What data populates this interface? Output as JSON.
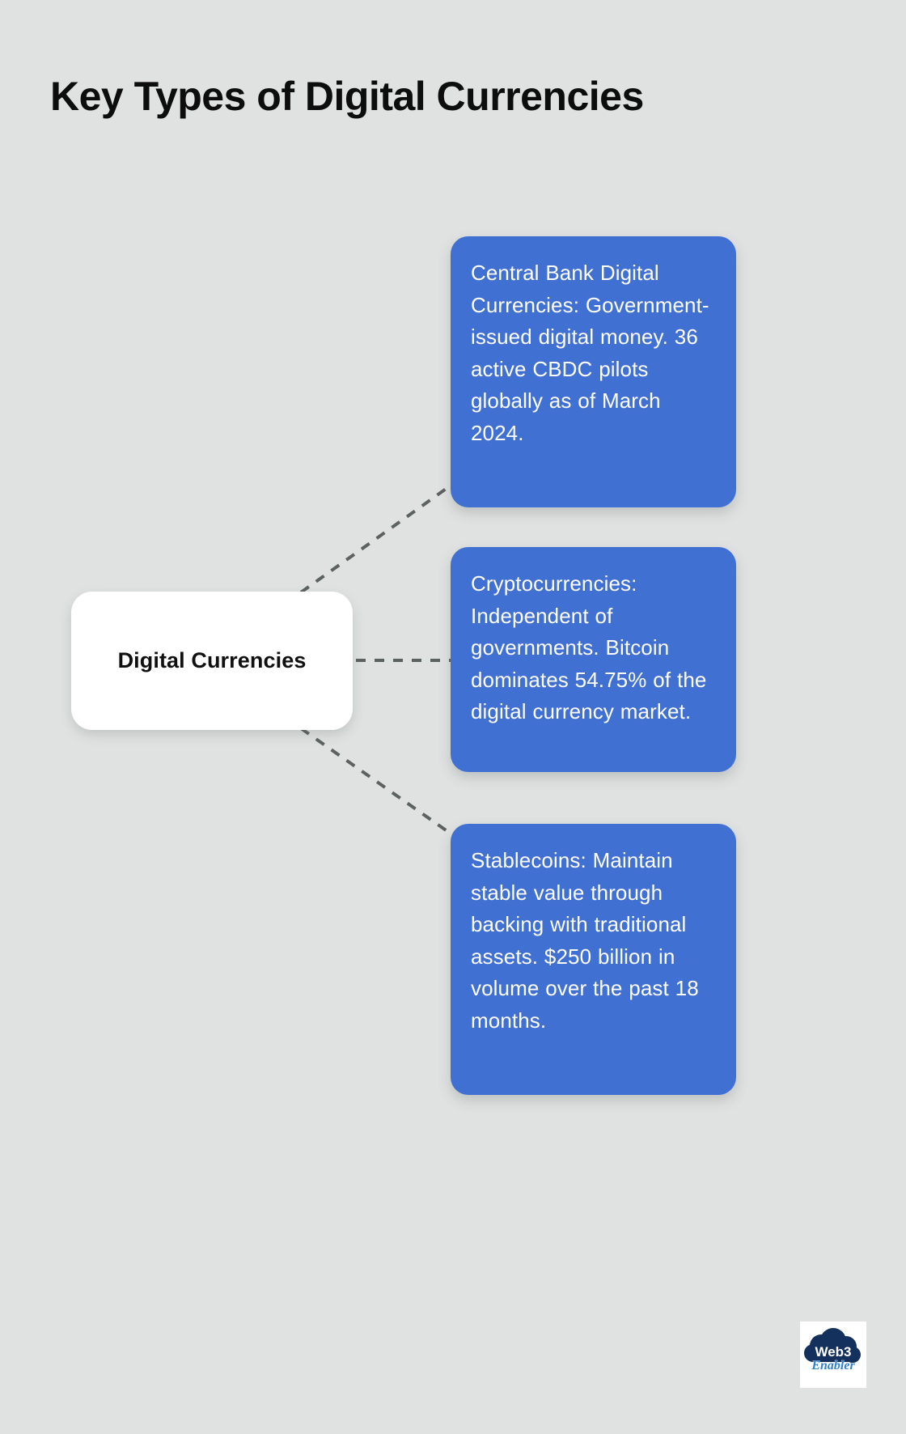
{
  "page": {
    "background_color": "#dfe2e1",
    "title": "Key Types of Digital Currencies"
  },
  "center_node": {
    "label": "Digital Currencies",
    "background_color": "#ffffff",
    "text_color": "#101010"
  },
  "branches": [
    {
      "id": "cbdc",
      "text": "Central Bank Digital Currencies: Government-issued digital money. 36 active CBDC pilots globally as of March 2024.",
      "color": "#4070d1",
      "text_color": "#ffffff"
    },
    {
      "id": "crypto",
      "text": "Cryptocurrencies: Independent of governments. Bitcoin dominates 54.75% of the digital currency market.",
      "color": "#4070d1",
      "text_color": "#ffffff"
    },
    {
      "id": "stablecoins",
      "text": "Stablecoins: Maintain stable value through backing with traditional assets. $250 billion in volume over the past 18 months.",
      "color": "#4070d1",
      "text_color": "#ffffff"
    }
  ],
  "connectors": {
    "style": "dashed",
    "color": "#5c6260"
  },
  "logo": {
    "name": "web3-enabler-logo",
    "primary_text": "Web3",
    "secondary_text": "Enabler",
    "cloud_color": "#14305c",
    "script_color": "#2f7fd4",
    "background_color": "#ffffff"
  }
}
